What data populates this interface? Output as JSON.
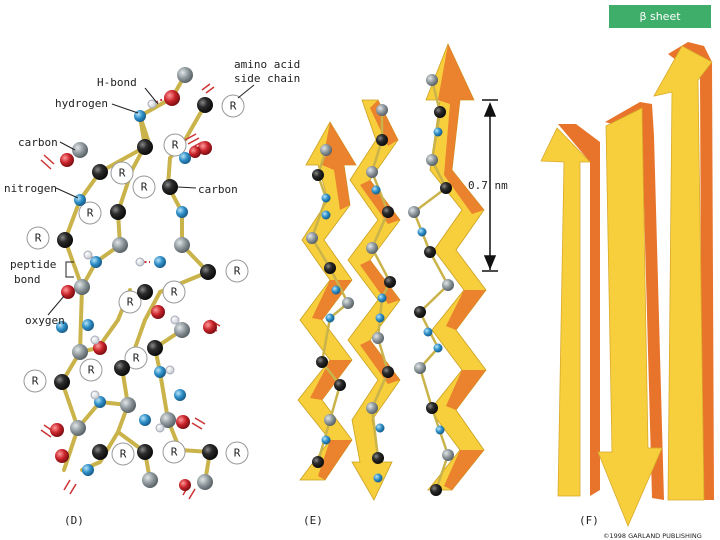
{
  "badge": "β sheet",
  "labels": {
    "amino_acid_side_chain_1": "amino acid",
    "amino_acid_side_chain_2": "side chain",
    "h_bond": "H-bond",
    "hydrogen": "hydrogen",
    "carbon_left": "carbon",
    "carbon_right": "carbon",
    "nitrogen": "nitrogen",
    "peptide_bond_1": "peptide",
    "peptide_bond_2": "bond",
    "oxygen": "oxygen",
    "r_group": "R"
  },
  "measure": "0.7 nm",
  "panels": {
    "d": "(D)",
    "e": "(E)",
    "f": "(F)"
  },
  "copyright": "©1998 GARLAND PUBLISHING",
  "colors": {
    "carbon_black": "#222222",
    "carbon_gray": "#8c9599",
    "nitrogen": "#2e8fc8",
    "oxygen": "#c8232a",
    "hydrogen": "#e8eef0",
    "bond": "#c9b34a",
    "ribbon_yellow": "#f7cf3c",
    "ribbon_orange": "#e8742c",
    "badge_green": "#3fae6b"
  }
}
